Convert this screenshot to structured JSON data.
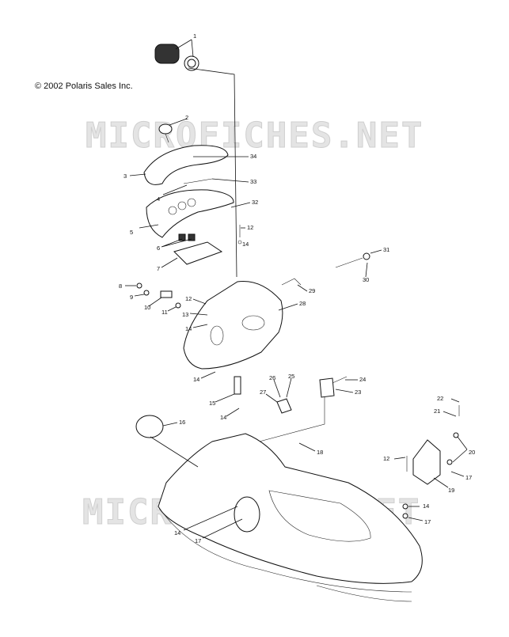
{
  "copyright": "© 2002 Polaris Sales Inc.",
  "watermark": "MICROFICHES.NET",
  "callouts": [
    "1",
    "2",
    "3",
    "34",
    "4",
    "33",
    "32",
    "5",
    "12",
    "14",
    "6",
    "7",
    "31",
    "30",
    "8",
    "9",
    "10",
    "11",
    "29",
    "28",
    "12",
    "13",
    "14",
    "14",
    "26",
    "25",
    "24",
    "23",
    "15",
    "27",
    "14",
    "22",
    "21",
    "16",
    "18",
    "20",
    "12",
    "17",
    "19",
    "14",
    "17",
    "14",
    "17"
  ]
}
